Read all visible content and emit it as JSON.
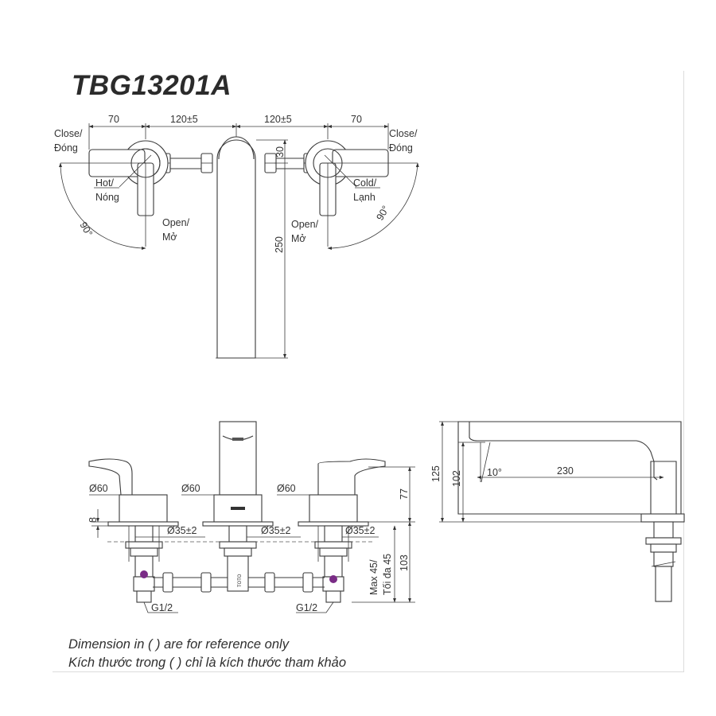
{
  "model": "TBG13201A",
  "top_view": {
    "dims": [
      "70",
      "120±5",
      "120±5",
      "70",
      "30",
      "250"
    ],
    "close_left": [
      "Close/",
      "Đóng"
    ],
    "close_right": [
      "Close/",
      "Đóng"
    ],
    "hot": [
      "Hot/",
      "Nóng"
    ],
    "cold": [
      "Cold/",
      "Lạnh"
    ],
    "open_left": [
      "Open/",
      "Mở"
    ],
    "open_right": [
      "Open/",
      "Mở"
    ],
    "angle_left": "90°",
    "angle_right": "90°"
  },
  "front_view": {
    "dia_handle_left": "Ø60",
    "dia_spout": "Ø60",
    "dia_handle_right": "Ø60",
    "dia_hole_1": "Ø35±2",
    "dia_hole_2": "Ø35±2",
    "dia_hole_3": "Ø35±2",
    "dim_8": "8",
    "dim_77": "77",
    "dim_103": "103",
    "max_deck": [
      "Max 45/",
      "Tối đa 45"
    ],
    "thread_left": "G1/2",
    "thread_right": "G1/2",
    "brand_mark": "TOTO"
  },
  "side_view": {
    "dim_125": "125",
    "dim_102": "102",
    "angle": "10°",
    "dim_230": "230"
  },
  "note": [
    "Dimension in ( ) are for reference only",
    "Kích thước trong ( ) chỉ là kích thước tham khảo"
  ]
}
